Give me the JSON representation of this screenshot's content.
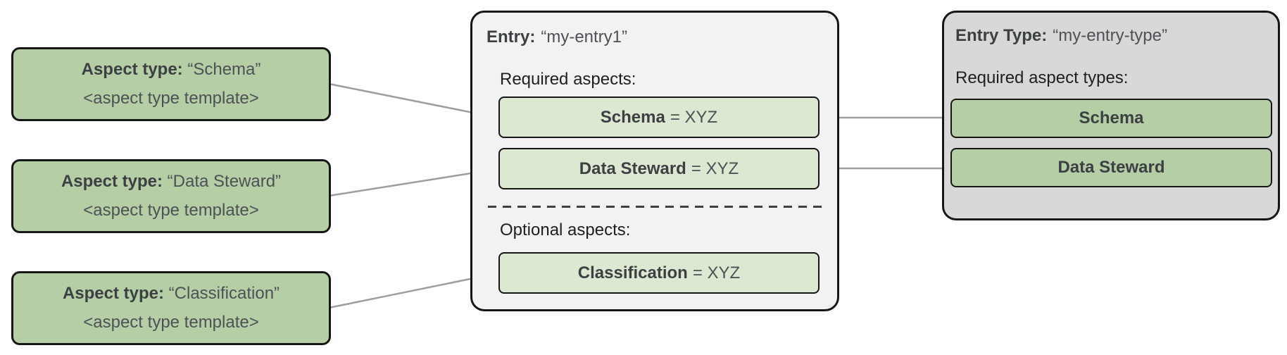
{
  "aspect_types": [
    {
      "label": "Aspect type:",
      "name": "“Schema”",
      "template": "<aspect type template>"
    },
    {
      "label": "Aspect type:",
      "name": "“Data Steward”",
      "template": "<aspect type template>"
    },
    {
      "label": "Aspect type:",
      "name": "“Classification”",
      "template": "<aspect type template>"
    }
  ],
  "entry": {
    "label": "Entry:",
    "name": "“my-entry1”",
    "required_heading": "Required aspects:",
    "required_aspects": [
      {
        "name": "Schema",
        "value": "= XYZ"
      },
      {
        "name": "Data Steward",
        "value": "= XYZ"
      }
    ],
    "optional_heading": "Optional aspects:",
    "optional_aspects": [
      {
        "name": "Classification",
        "value": "= XYZ"
      }
    ]
  },
  "entry_type": {
    "label": "Entry Type:",
    "name": "“my-entry-type”",
    "required_heading": "Required aspect types:",
    "required_aspect_types": [
      "Schema",
      "Data Steward"
    ]
  },
  "colors": {
    "pill_green": "#b6cea5",
    "pill_green_light": "#dde8d2",
    "panel_light": "#f2f2f2",
    "panel_gray": "#d8d8d8",
    "border_dark": "#161616",
    "connector_gray": "#9e9e9e",
    "text_dark": "#3c4043",
    "text_muted": "#4d5156",
    "text_black": "#1f1f1f"
  }
}
